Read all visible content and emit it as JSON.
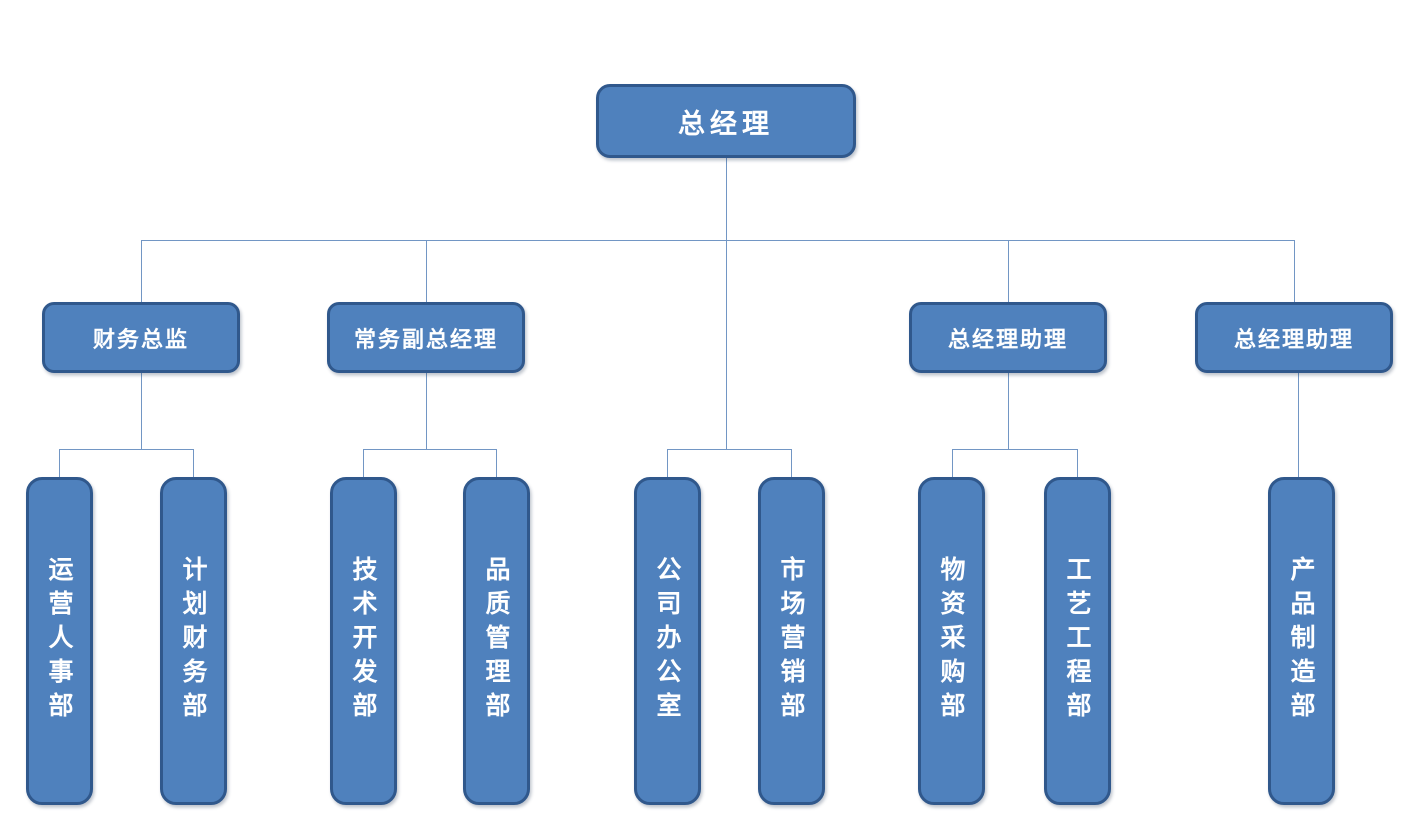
{
  "colors": {
    "box_fill": "#4F81BD",
    "box_border": "#30588C",
    "connector": "#7296C4",
    "label_text": "#FFFFFF",
    "background": "#FFFFFF"
  },
  "root": {
    "label": "总经理"
  },
  "branches": [
    {
      "manager": "财务总监",
      "departments": [
        "运营人事部",
        "计划财务部"
      ]
    },
    {
      "manager": "常务副总经理",
      "departments": [
        "技术开发部",
        "品质管理部"
      ]
    },
    {
      "manager": null,
      "departments": [
        "公司办公室",
        "市场营销部"
      ]
    },
    {
      "manager": "总经理助理",
      "departments": [
        "物资采购部",
        "工艺工程部"
      ]
    },
    {
      "manager": "总经理助理",
      "departments": [
        "产品制造部"
      ]
    }
  ]
}
